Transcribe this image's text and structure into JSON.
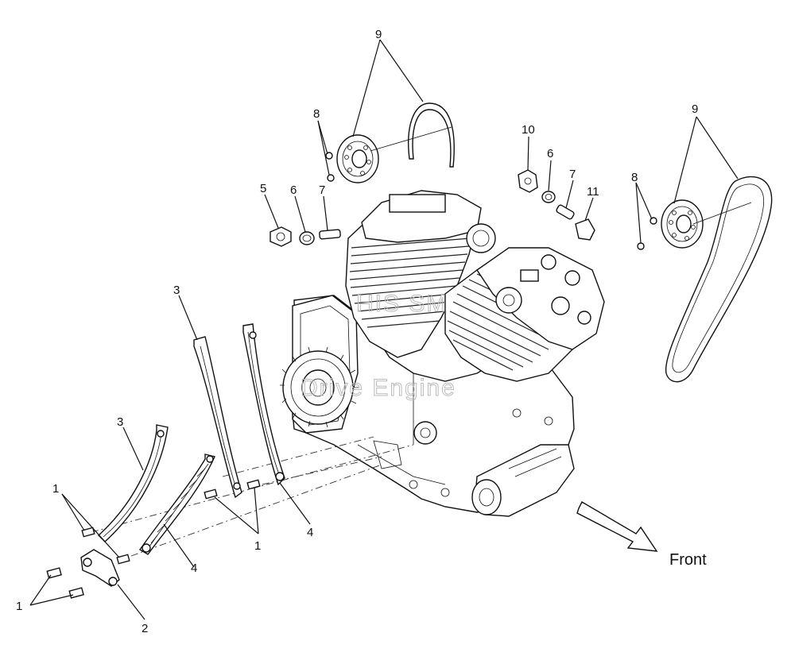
{
  "diagram": {
    "orientation_label": "Front",
    "watermark_lines": [
      "HIS SM",
      "Drive Engine"
    ],
    "callouts": {
      "c1a": "1",
      "c1b": "1",
      "c1c": "1",
      "c2": "2",
      "c3a": "3",
      "c3b": "3",
      "c4a": "4",
      "c4b": "4",
      "c5": "5",
      "c6a": "6",
      "c6b": "6",
      "c7a": "7",
      "c7b": "7",
      "c8a": "8",
      "c8b": "8",
      "c9a": "9",
      "c9b": "9",
      "c10": "10",
      "c11": "11"
    },
    "colors": {
      "ink": "#111111",
      "paper": "#ffffff",
      "watermark": "#bbbbbb"
    }
  }
}
